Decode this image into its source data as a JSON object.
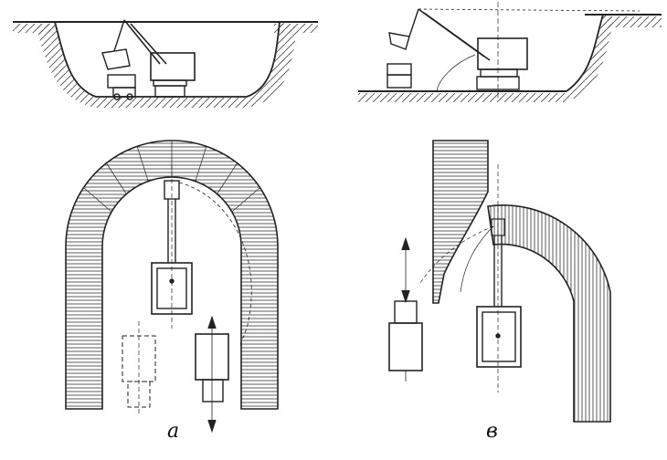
{
  "figure": {
    "panels": [
      {
        "id": "a",
        "label": "а"
      },
      {
        "id": "b",
        "label": "в"
      }
    ],
    "ink_color": "#222222",
    "paper_color": "#ffffff"
  }
}
